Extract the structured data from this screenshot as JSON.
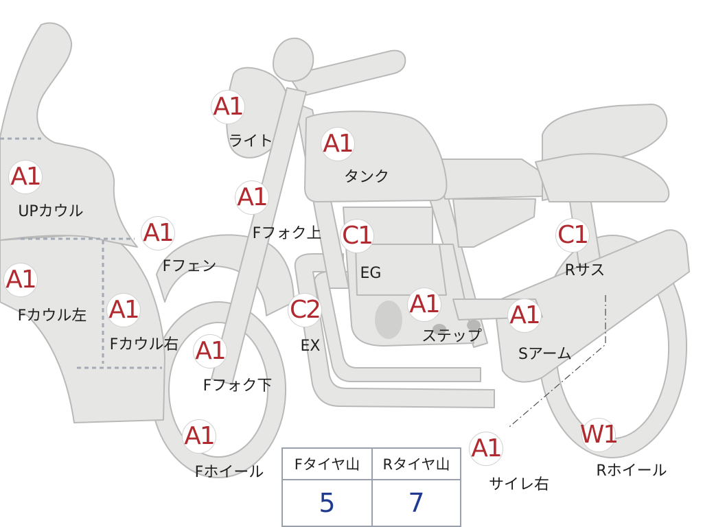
{
  "colors": {
    "part_fill": "#e6e6e4",
    "part_stroke": "#b9b9b9",
    "marker_text": "#b02a30",
    "tread_value": "#1f3a8f",
    "table_border": "#9aa0aa"
  },
  "parts": [
    {
      "id": "light",
      "grade": "A1",
      "label": "ライト"
    },
    {
      "id": "tank",
      "grade": "A1",
      "label": "タンク"
    },
    {
      "id": "upper-cowl",
      "grade": "A1",
      "label": "UPカウル"
    },
    {
      "id": "front-fork-upper",
      "grade": "A1",
      "label": "Fフォク上"
    },
    {
      "id": "front-fender",
      "grade": "A1",
      "label": "Fフェン"
    },
    {
      "id": "engine",
      "grade": "C1",
      "label": "EG"
    },
    {
      "id": "rear-suspension",
      "grade": "C1",
      "label": "Rサス"
    },
    {
      "id": "front-cowl-left",
      "grade": "A1",
      "label": "Fカウル左"
    },
    {
      "id": "front-cowl-right",
      "grade": "A1",
      "label": "Fカウル右"
    },
    {
      "id": "exhaust",
      "grade": "C2",
      "label": "EX"
    },
    {
      "id": "step",
      "grade": "A1",
      "label": "ステップ"
    },
    {
      "id": "swing-arm",
      "grade": "A1",
      "label": "Sアーム"
    },
    {
      "id": "front-fork-lower",
      "grade": "A1",
      "label": "Fフォク下"
    },
    {
      "id": "front-wheel",
      "grade": "A1",
      "label": "Fホイール"
    },
    {
      "id": "silencer-right",
      "grade": "A1",
      "label": "サイレ右"
    },
    {
      "id": "rear-wheel",
      "grade": "W1",
      "label": "Rホイール"
    }
  ],
  "tread": {
    "front_label": "Fタイヤ山",
    "rear_label": "Rタイヤ山",
    "front_value": "5",
    "rear_value": "7"
  }
}
